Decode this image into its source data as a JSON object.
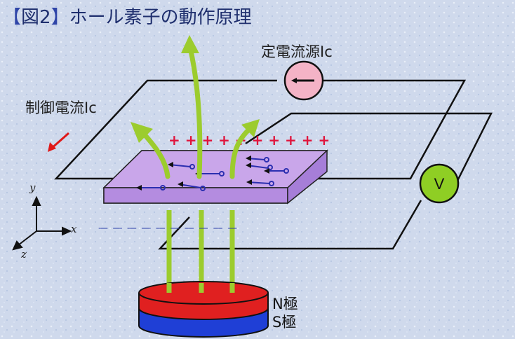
{
  "title": {
    "bracket_open": "【",
    "figure_no": "図2",
    "bracket_close": "】",
    "text": "ホール素子の動作原理"
  },
  "labels": {
    "current_source": "定電流源Ic",
    "control_current": "制御電流Ic",
    "voltmeter": "V",
    "plus_signs": "+ + + + + + + + + +",
    "minus_signs": "— — — — — — — — — —",
    "magnet_n": "N極",
    "magnet_s": "S極"
  },
  "axes": {
    "y": "y",
    "x": "x",
    "z": "z"
  },
  "colors": {
    "plate_top": "#c9a6ea",
    "plate_side": "#b48ce0",
    "field_arrow": "#9ccc2e",
    "source_circle": "#f4b3c6",
    "voltmeter_circle": "#8fce24",
    "magnet_n": "#e02020",
    "magnet_s": "#1f3fd6",
    "plus": "#e0143c",
    "minus": "#2b3ea8",
    "electron": "#2b2fb0"
  }
}
